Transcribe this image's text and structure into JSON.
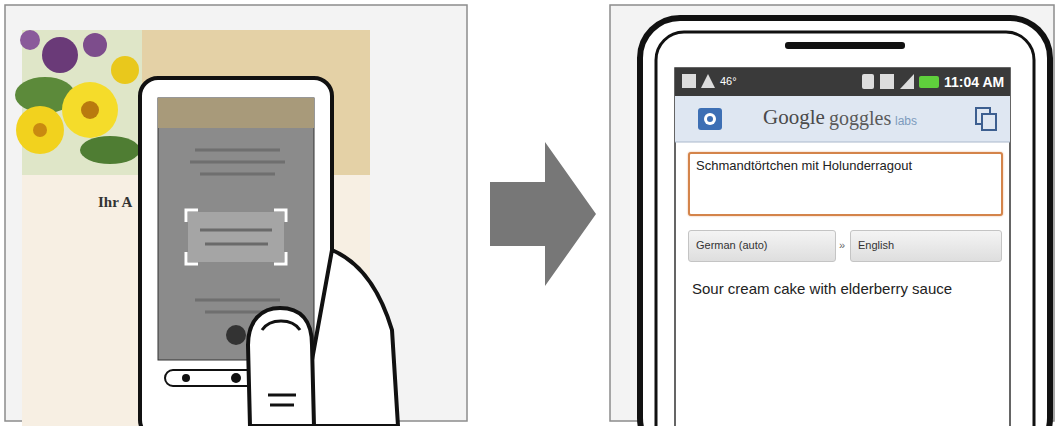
{
  "diagram": {
    "nodes": [
      {
        "text": [
          "Schmandtörtchen mit Holunderragout"
        ]
      },
      {
        "text": [
          "German (auto)"
        ]
      },
      {
        "text": [
          "English"
        ]
      }
    ],
    "labels": [
      "46°",
      "11:04 AM",
      "Google",
      "goggles",
      "labs",
      "Sour cream cake with elderberry sauce",
      "Ihr A",
      "»"
    ]
  }
}
